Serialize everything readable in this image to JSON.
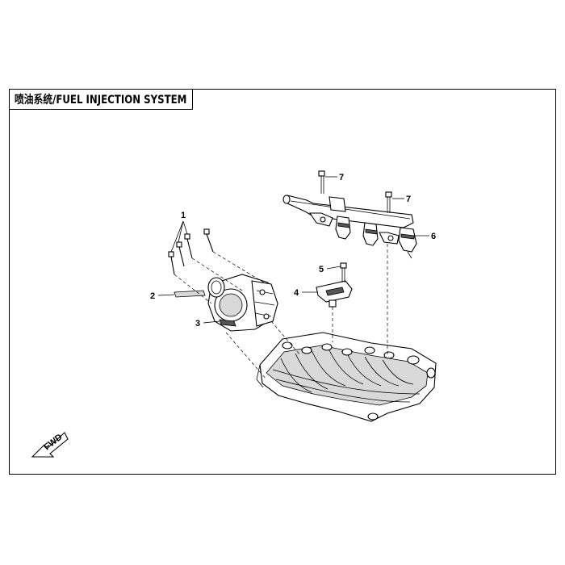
{
  "title": "喷油系统/FUEL INJECTION SYSTEM",
  "callouts": [
    "1",
    "2",
    "3",
    "4",
    "5",
    "6",
    "7",
    "7"
  ],
  "fwd_label": "FWD"
}
